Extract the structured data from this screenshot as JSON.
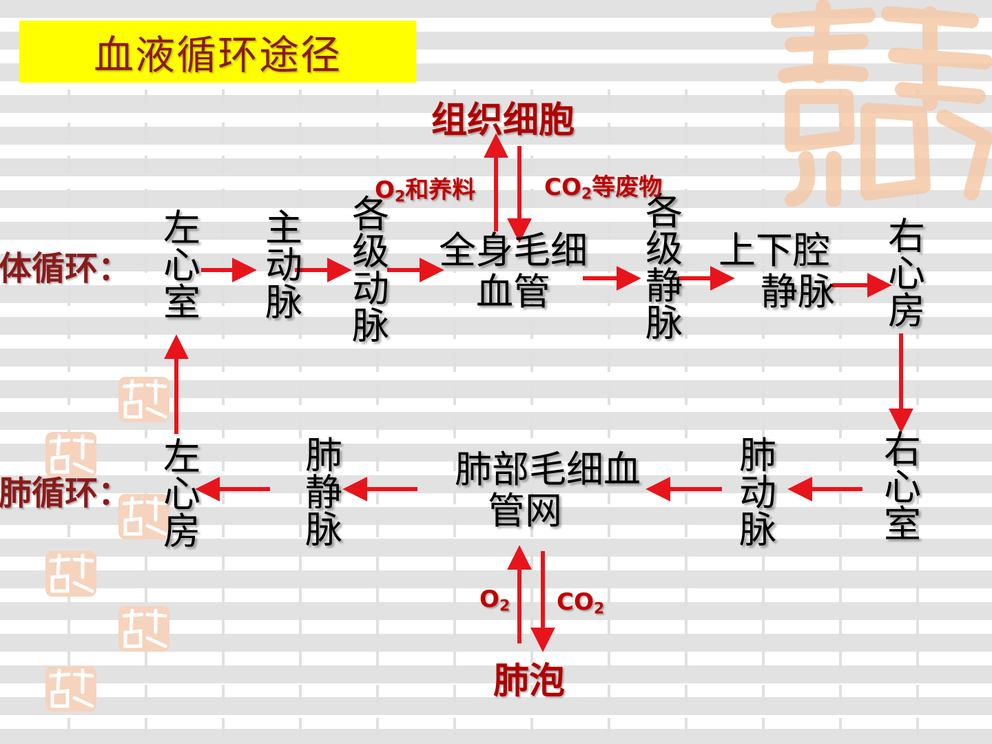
{
  "title": "血液循环途径",
  "labels": {
    "systemic": "体循环：",
    "pulmonary": "肺循环："
  },
  "systemic": {
    "left_ventricle": "左心室",
    "aorta": "主动脉",
    "arteries": "各级动脉",
    "capillaries_line1": "全身毛细",
    "capillaries_line2": "血管",
    "veins": "各级静脉",
    "vena_cava_line1": "上下腔",
    "vena_cava_line2": "静脉",
    "right_atrium": "右心房",
    "tissue_cells": "组织细胞",
    "o2_nutrients_prefix": "O",
    "o2_nutrients_sub": "2",
    "o2_nutrients_suffix": "和养料",
    "co2_waste_prefix": "CO",
    "co2_waste_sub": "2",
    "co2_waste_suffix": "等废物"
  },
  "pulmonary": {
    "left_atrium": "左心房",
    "pulmonary_vein": "肺静脉",
    "capillaries_line1": "肺部毛细血",
    "capillaries_line2": "管网",
    "pulmonary_artery": "肺动脉",
    "right_ventricle": "右心室",
    "alveoli": "肺泡",
    "o2_prefix": "O",
    "o2_sub": "2",
    "co2_prefix": "CO",
    "co2_sub": "2"
  },
  "colors": {
    "arrow": "#e8141b",
    "highlight": "#ffff00",
    "title_text": "#8b1a1a",
    "label_red": "#c00000",
    "seal": "#f5c9a8"
  },
  "icons": {
    "large_seal": "auspicious-seal-icon",
    "small_seal": "auspicious-seal-icon"
  }
}
